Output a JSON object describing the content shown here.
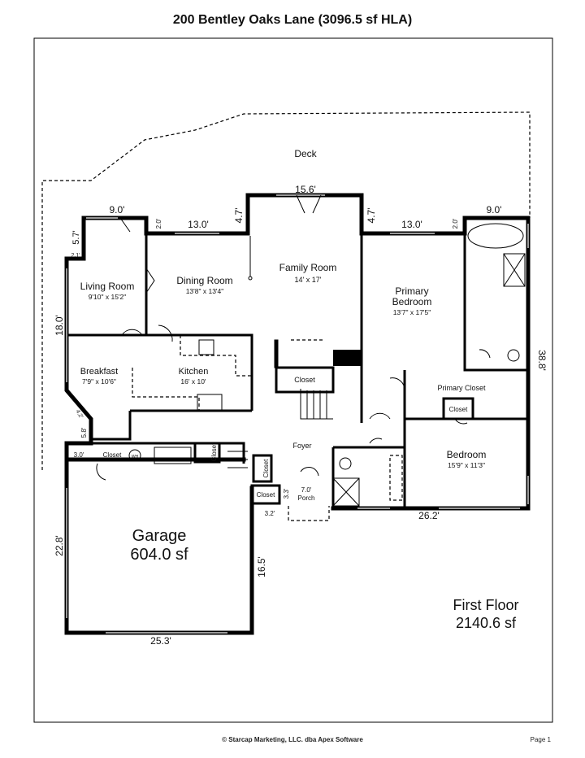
{
  "title": "200 Bentley Oaks Lane (3096.5 sf HLA)",
  "footer": "© Starcap Marketing, LLC. dba Apex Software",
  "page": "Page 1",
  "floor": {
    "name": "First Floor",
    "area": "2140.6 sf"
  },
  "garage": {
    "name": "Garage",
    "area": "604.0 sf"
  },
  "rooms": {
    "deck": "Deck",
    "living": {
      "name": "Living Room",
      "dims": "9'10\" x 15'2\""
    },
    "dining": {
      "name": "Dining Room",
      "dims": "13'8\" x 13'4\""
    },
    "family": {
      "name": "Family Room",
      "dims": "14' x 17'"
    },
    "primary_bed_1": "Primary",
    "primary_bed_2": "Bedroom",
    "primary_bed_dims": "13'7\" x 17'5\"",
    "breakfast": {
      "name": "Breakfast",
      "dims": "7'9\" x 10'6\""
    },
    "kitchen": {
      "name": "Kitchen",
      "dims": "16' x 10'"
    },
    "primary_closet": "Primary Closet",
    "bedroom": {
      "name": "Bedroom",
      "dims": "15'9\" x 11'3\""
    },
    "foyer": "Foyer",
    "porch": {
      "name": "Porch",
      "dim": "7.0'"
    },
    "closet": "Closet",
    "wh": "WH"
  },
  "dims": {
    "d9_0a": "9.0'",
    "d5_7": "5.7'",
    "d2_1": "2.1'",
    "d2_0a": "2.0'",
    "d13_0a": "13.0'",
    "d4_7a": "4.7'",
    "d15_6": "15.6'",
    "d4_7b": "4.7'",
    "d13_0b": "13.0'",
    "d2_0b": "2.0'",
    "d9_0b": "9.0'",
    "d18_0": "18.0'",
    "d38_8": "38.8'",
    "d4_2": "4.2'",
    "d5_8": "5.8'",
    "d3_0": "3.0'",
    "d3_3": "3.3'",
    "d3_2": "3.2'",
    "d26_2": "26.2'",
    "d22_8": "22.8'",
    "d16_5": "16.5'",
    "d25_3": "25.3'"
  }
}
